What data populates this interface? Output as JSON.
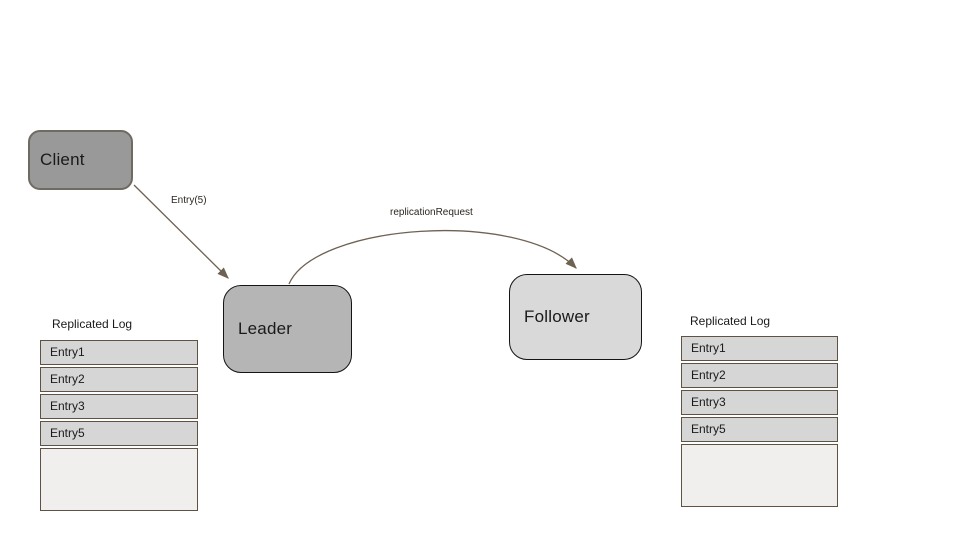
{
  "nodes": {
    "client": {
      "label": "Client"
    },
    "leader": {
      "label": "Leader"
    },
    "follower": {
      "label": "Follower"
    }
  },
  "edges": {
    "entry": {
      "label": "Entry(5)",
      "from": "client",
      "to": "leader"
    },
    "replication": {
      "label": "replicationRequest",
      "from": "leader",
      "to": "follower"
    }
  },
  "left_log": {
    "title": "Replicated Log",
    "entries": [
      "Entry1",
      "Entry2",
      "Entry3",
      "Entry5"
    ]
  },
  "right_log": {
    "title": "Replicated Log",
    "entries": [
      "Entry1",
      "Entry2",
      "Entry3",
      "Entry5"
    ]
  },
  "colors": {
    "client_fill": "#999999",
    "client_border": "#6f6a62",
    "leader_fill": "#b5b5b5",
    "follower_fill": "#d9d9d9",
    "node_border": "#141414",
    "row_fill": "#d6d6d6",
    "empty_fill": "#f0efed",
    "table_border": "#5d5244",
    "arrow_color": "#6e6253"
  }
}
